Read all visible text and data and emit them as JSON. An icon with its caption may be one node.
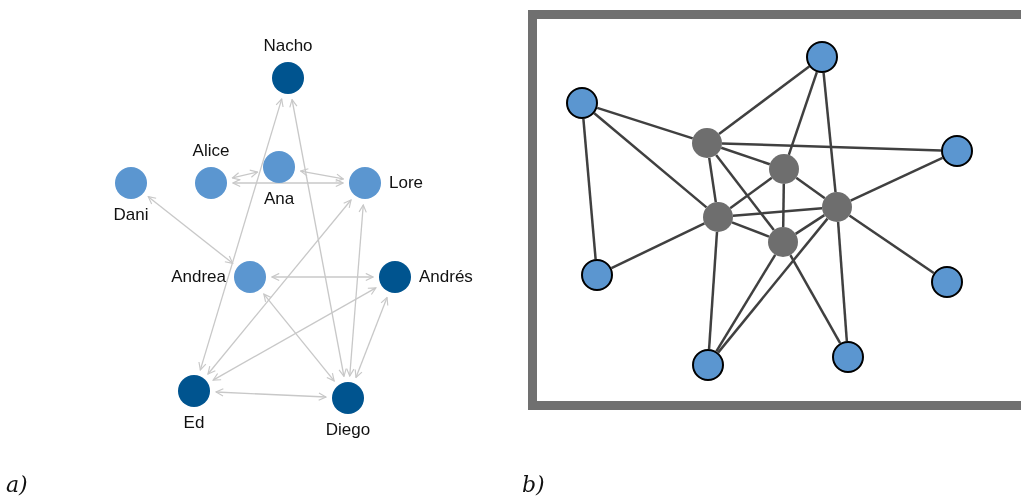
{
  "diagram": {
    "nodes": [
      {
        "text": [
          "Nacho"
        ]
      },
      {
        "text": [
          "Alice"
        ]
      },
      {
        "text": [
          "Ana"
        ]
      },
      {
        "text": [
          "Dani"
        ]
      },
      {
        "text": [
          "Lore"
        ]
      },
      {
        "text": [
          "Andrea"
        ]
      },
      {
        "text": [
          "Andrés"
        ]
      },
      {
        "text": [
          "Ed"
        ]
      },
      {
        "text": [
          "Diego"
        ]
      },
      {
        "text": [],
        "shape": "circle"
      },
      {
        "text": [],
        "shape": "circle"
      },
      {
        "text": [],
        "shape": "circle"
      },
      {
        "text": [],
        "shape": "circle"
      },
      {
        "text": [],
        "shape": "circle"
      },
      {
        "text": [],
        "shape": "circle"
      },
      {
        "text": [],
        "shape": "circle"
      },
      {
        "text": [],
        "shape": "circle"
      },
      {
        "text": [],
        "shape": "circle"
      },
      {
        "text": [],
        "shape": "circle"
      },
      {
        "text": [],
        "shape": "circle"
      },
      {
        "text": [],
        "shape": "circle"
      }
    ],
    "edges": [
      {
        "from": 1,
        "to": 2,
        "arrow": "both",
        "color": "#c8c8c8"
      },
      {
        "from": 2,
        "to": 4,
        "arrow": "both",
        "color": "#c8c8c8"
      },
      {
        "from": 1,
        "to": 4,
        "arrow": "both",
        "color": "#c8c8c8"
      },
      {
        "from": 3,
        "to": 5,
        "arrow": "both",
        "color": "#c8c8c8"
      },
      {
        "from": 7,
        "to": 0,
        "arrow": "both",
        "color": "#c8c8c8"
      },
      {
        "from": 0,
        "to": 8,
        "arrow": "both",
        "color": "#c8c8c8"
      },
      {
        "from": 4,
        "to": 7,
        "arrow": "both",
        "color": "#c8c8c8"
      },
      {
        "from": 4,
        "to": 8,
        "arrow": "both",
        "color": "#c8c8c8"
      },
      {
        "from": 5,
        "to": 6,
        "arrow": "both",
        "color": "#c8c8c8"
      },
      {
        "from": 6,
        "to": 7,
        "arrow": "both",
        "color": "#c8c8c8"
      },
      {
        "from": 5,
        "to": 8,
        "arrow": "both",
        "color": "#c8c8c8"
      },
      {
        "from": 6,
        "to": 8,
        "arrow": "both",
        "color": "#c8c8c8"
      },
      {
        "from": 7,
        "to": 8,
        "arrow": "both",
        "color": "#c8c8c8"
      },
      {
        "from": 9,
        "to": 11,
        "arrow": "none"
      },
      {
        "from": 9,
        "to": 13,
        "arrow": "none"
      },
      {
        "from": 9,
        "to": 14,
        "arrow": "none"
      },
      {
        "from": 10,
        "to": 11,
        "arrow": "none"
      },
      {
        "from": 10,
        "to": 15,
        "arrow": "none"
      },
      {
        "from": 10,
        "to": 17,
        "arrow": "none"
      },
      {
        "from": 11,
        "to": 12,
        "arrow": "none"
      },
      {
        "from": 11,
        "to": 13,
        "arrow": "none"
      },
      {
        "from": 11,
        "to": 15,
        "arrow": "none"
      },
      {
        "from": 11,
        "to": 16,
        "arrow": "none"
      },
      {
        "from": 12,
        "to": 14,
        "arrow": "none"
      },
      {
        "from": 13,
        "to": 15,
        "arrow": "none"
      },
      {
        "from": 13,
        "to": 16,
        "arrow": "none"
      },
      {
        "from": 13,
        "to": 14,
        "arrow": "none"
      },
      {
        "from": 15,
        "to": 14,
        "arrow": "none"
      },
      {
        "from": 15,
        "to": 16,
        "arrow": "none"
      },
      {
        "from": 15,
        "to": 17,
        "arrow": "none"
      },
      {
        "from": 15,
        "to": 20,
        "arrow": "none"
      },
      {
        "from": 16,
        "to": 14,
        "arrow": "none"
      },
      {
        "from": 16,
        "to": 20,
        "arrow": "none"
      },
      {
        "from": 16,
        "to": 19,
        "arrow": "none"
      },
      {
        "from": 14,
        "to": 18,
        "arrow": "none"
      },
      {
        "from": 14,
        "to": 19,
        "arrow": "none"
      },
      {
        "from": 14,
        "to": 20,
        "arrow": "none"
      }
    ],
    "labels": [
      "a)",
      "b)"
    ]
  }
}
